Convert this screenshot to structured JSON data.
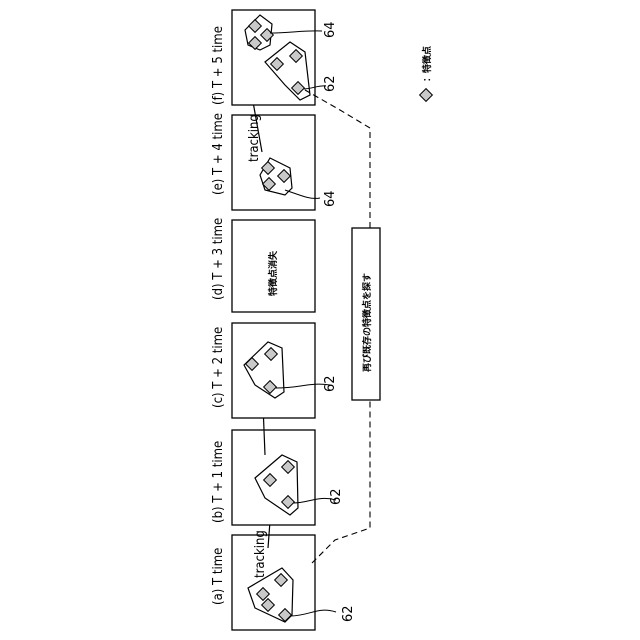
{
  "panels": {
    "a": {
      "title": "(a) T time",
      "text": "tracking",
      "ref": "62"
    },
    "b": {
      "title": "(b) T + 1 time",
      "ref": "62"
    },
    "c": {
      "title": "(c) T + 2 time",
      "ref": "62"
    },
    "d": {
      "title": "(d) T + 3 time",
      "text": "特徴点消失"
    },
    "e": {
      "title": "(e) T + 4 time",
      "text": "tracking",
      "ref": "64"
    },
    "f": {
      "title": "(f) T + 5 time",
      "ref_top": "64",
      "ref_bottom": "62"
    }
  },
  "search_box": {
    "label": "再び既存の特徴点を探す"
  },
  "legend": {
    "label": "：特徴点"
  }
}
